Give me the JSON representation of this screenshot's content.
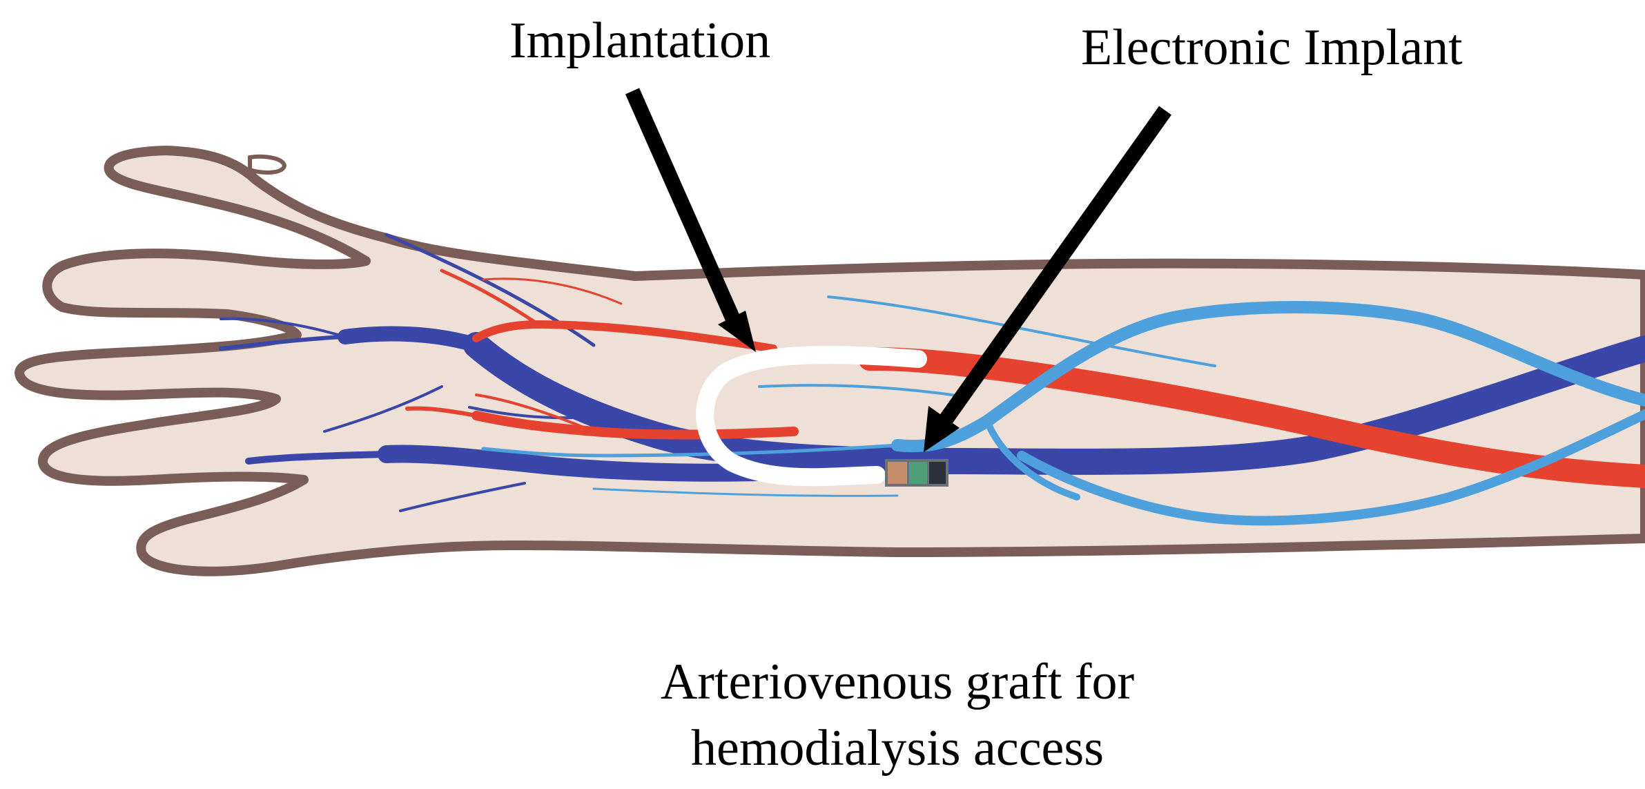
{
  "labels": {
    "implantation": "Implantation",
    "electronic_implant": "Electronic Implant"
  },
  "caption": {
    "line1": "Arteriovenous graft for",
    "line2": "hemodialysis access"
  },
  "colors": {
    "skin": "#eee0d6",
    "skin_outline": "#7b5d58",
    "artery": "#e5432f",
    "deep_vein": "#3a47a8",
    "superficial_vein": "#4ea0dd",
    "graft": "#ffffff",
    "arrow": "#000000"
  }
}
